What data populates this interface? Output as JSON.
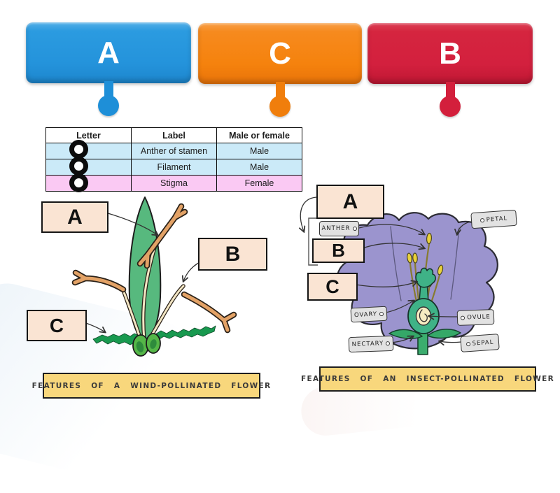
{
  "activity": {
    "chips": [
      {
        "label": "A",
        "color": "#2493DB"
      },
      {
        "label": "C",
        "color": "#F5820D"
      },
      {
        "label": "B",
        "color": "#D3203E"
      }
    ]
  },
  "table": {
    "headers": [
      "Letter",
      "Label",
      "Male or female"
    ],
    "rows": [
      {
        "label": "Anther of stamen",
        "sex": "Male",
        "row_color": "#CBEAF8"
      },
      {
        "label": "Filament",
        "sex": "Male",
        "row_color": "#CBEAF8"
      },
      {
        "label": "Stigma",
        "sex": "Female",
        "row_color": "#FAC9F3"
      }
    ]
  },
  "wind_diagram": {
    "labels": {
      "a": "A",
      "b": "B",
      "c": "C"
    },
    "caption": "FEATURES OF A WIND-POLLINATED FLOWER"
  },
  "insect_diagram": {
    "labels": {
      "a": "A",
      "b": "B",
      "c": "C"
    },
    "tags": {
      "anther": "ANTHER",
      "petal": "PETAL",
      "ovary": "OVARY",
      "ovule": "OVULE",
      "nectary": "NECTARY",
      "sepal": "SEPAL"
    },
    "caption": "FEATURES OF AN INSECT-POLLINATED FLOWER"
  },
  "colors": {
    "chip_blue": "#2493DB",
    "chip_orange": "#F5820D",
    "chip_red": "#D3203E",
    "label_box": "#FAE4D3",
    "tag_gray": "#E2E2E2",
    "caption_yellow": "#F8D77C",
    "table_row_blue": "#CBEAF8",
    "table_row_pink": "#FAC9F3",
    "leaf_green": "#57B97E",
    "petal_purple": "#9B94CE",
    "pistil_green": "#3FB287",
    "anther_tan": "#E3A266",
    "anther_yellow": "#EAD23B"
  }
}
